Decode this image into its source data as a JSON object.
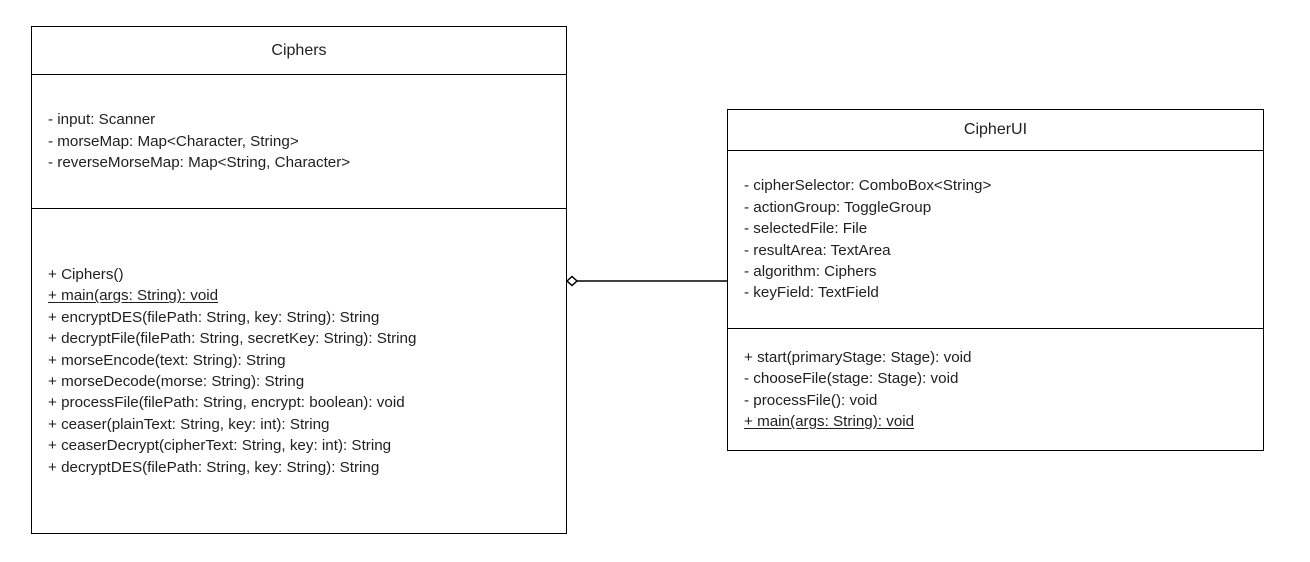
{
  "classes": {
    "ciphers": {
      "name": "Ciphers",
      "attributes": [
        "- input: Scanner",
        "- morseMap: Map<Character, String>",
        "- reverseMorseMap: Map<String, Character>"
      ],
      "operations": [
        "+ Ciphers()",
        "+ main(args: String): void",
        "+ encryptDES(filePath: String, key: String): String",
        "+ decryptFile(filePath: String, secretKey: String): String",
        "+ morseEncode(text: String): String",
        "+ morseDecode(morse: String): String",
        "+ processFile(filePath: String, encrypt: boolean): void",
        "+ ceaser(plainText: String, key: int): String",
        "+ ceaserDecrypt(cipherText: String, key: int): String",
        "+ decryptDES(filePath: String, key: String): String"
      ]
    },
    "cipherui": {
      "name": "CipherUI",
      "attributes": [
        "- cipherSelector: ComboBox<String>",
        "- actionGroup: ToggleGroup",
        "- selectedFile: File",
        "- resultArea: TextArea",
        "- algorithm: Ciphers",
        "- keyField: TextField"
      ],
      "operations": [
        "+ start(primaryStage: Stage): void",
        "- chooseFile(stage: Stage): void",
        "- processFile(): void",
        "+ main(args: String): void"
      ]
    }
  },
  "relationship": {
    "type": "aggregation",
    "from": "Ciphers",
    "to": "CipherUI"
  }
}
